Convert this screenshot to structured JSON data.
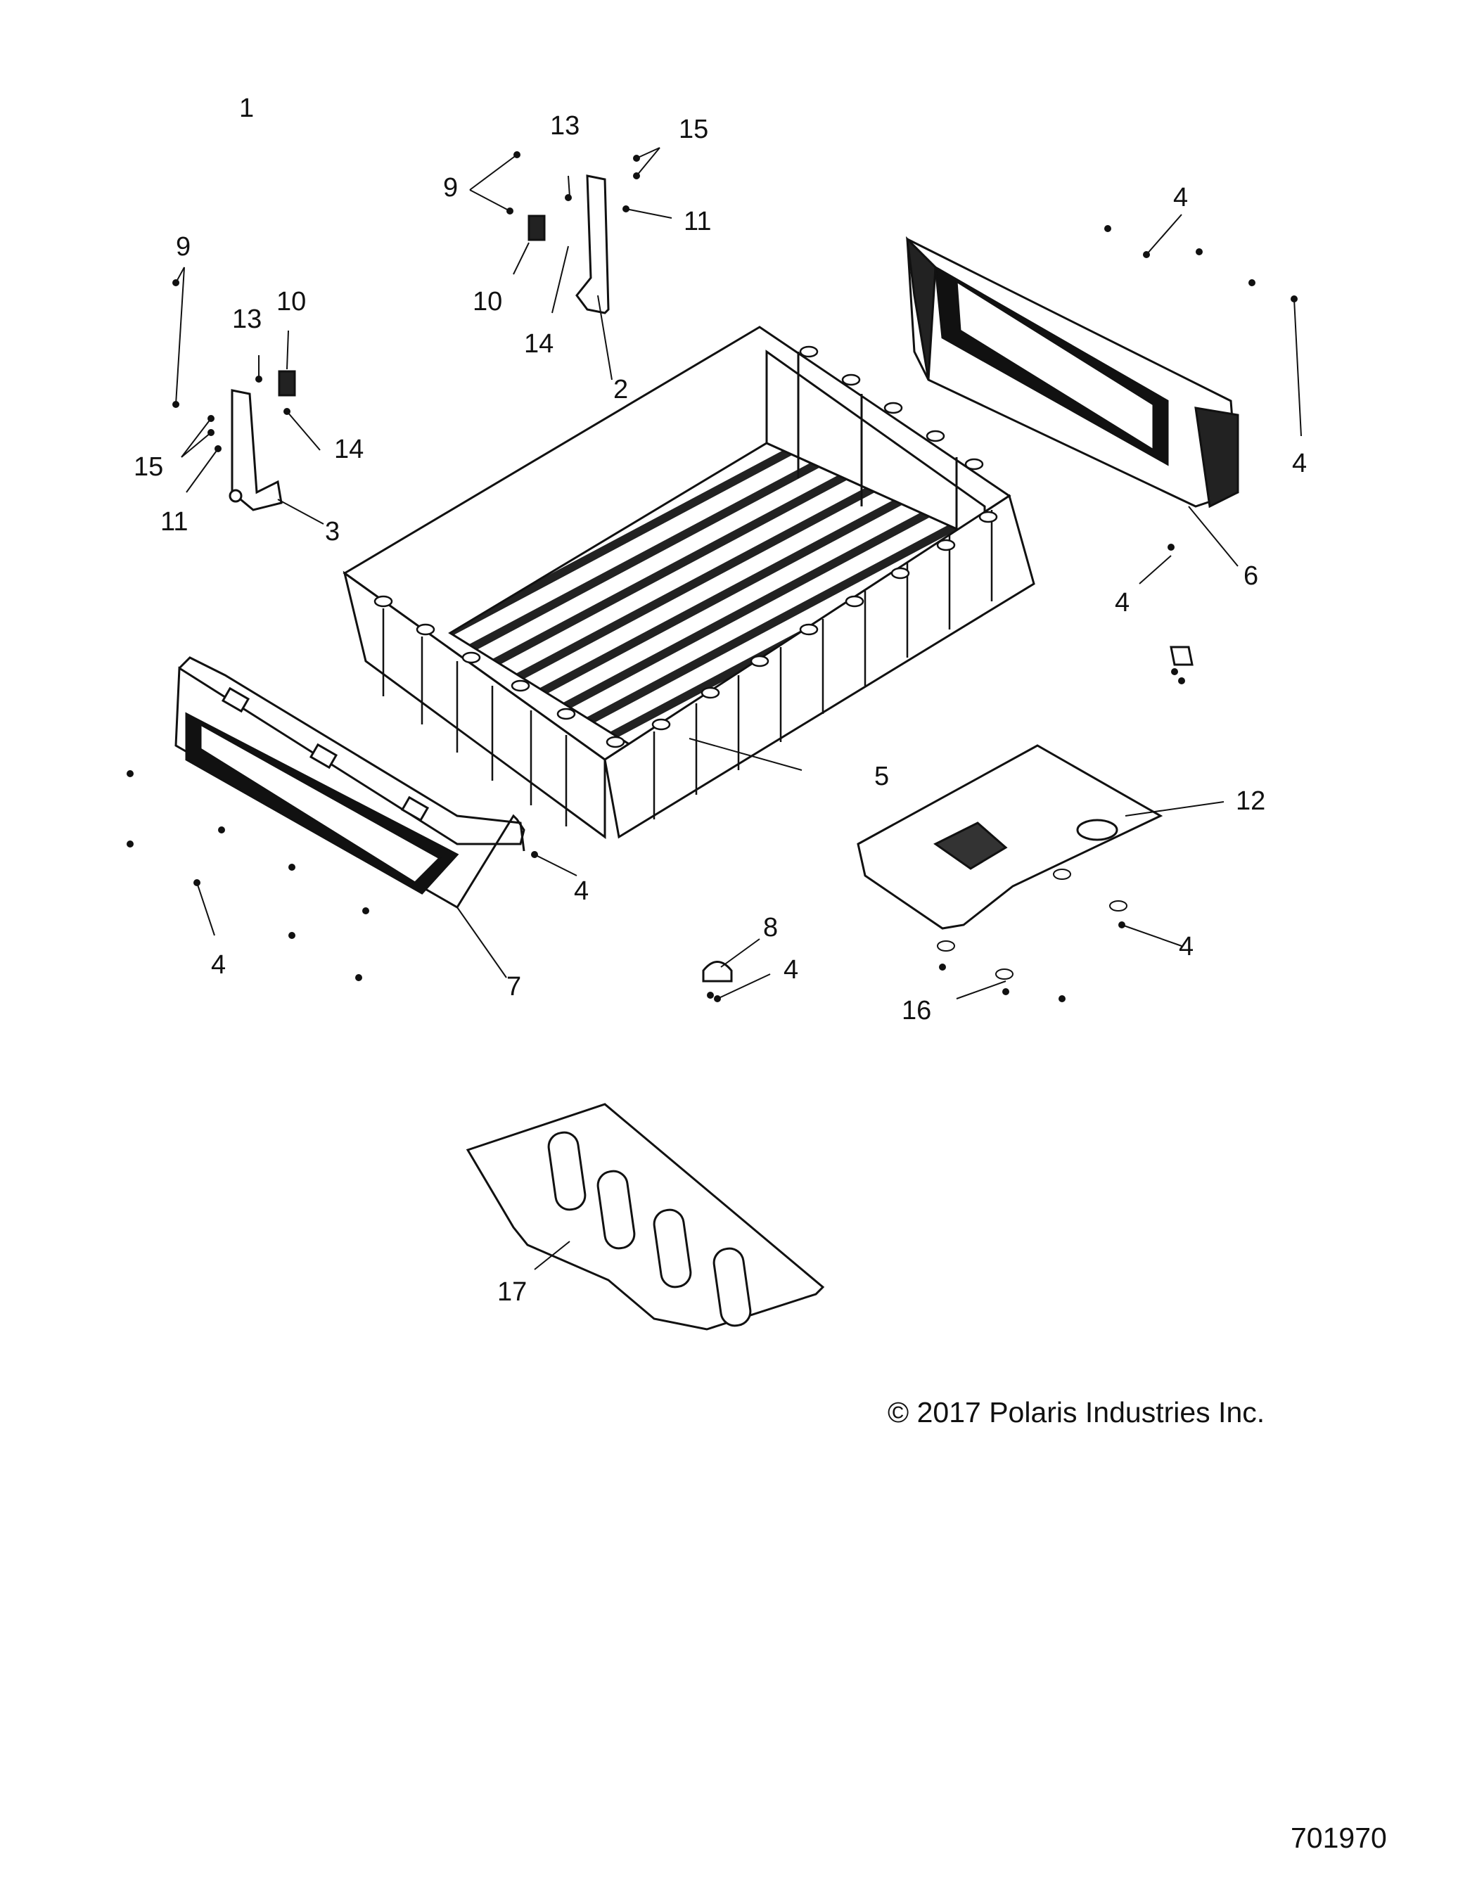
{
  "callouts": {
    "c1": "1",
    "c2": "2",
    "c3": "3",
    "c4": "4",
    "c5": "5",
    "c6": "6",
    "c7": "7",
    "c8": "8",
    "c9": "9",
    "c10": "10",
    "c11": "11",
    "c12": "12",
    "c13": "13",
    "c14": "14",
    "c15": "15",
    "c16": "16",
    "c17": "17"
  },
  "footer": {
    "copyright": "© 2017 Polaris Industries Inc.",
    "drawing_number": "701970"
  }
}
